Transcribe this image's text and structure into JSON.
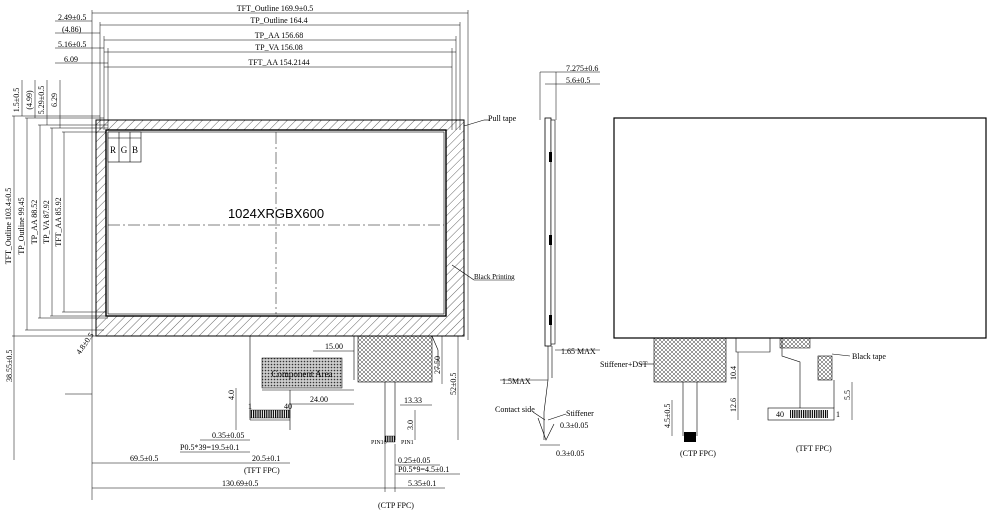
{
  "front_view": {
    "dims_top": [
      "TFT_Outline 169.9±0.5",
      "TP_Outline 164.4",
      "TP_AA 156.68",
      "TP_VA 156.08",
      "TFT_AA 154.2144"
    ],
    "dims_top_left": [
      "2.49±0.5",
      "(4.86)",
      "5.16±0.5",
      "6.09"
    ],
    "dims_left": [
      "TFT_Outline 103.4±0.5",
      "TP_Outline 99.45",
      "TP_AA 88.52",
      "TP_VA 87.92",
      "TFT_AA 85.92"
    ],
    "dims_left_top": [
      "1.5±0.5",
      "(4.99)",
      "5.29±0.5",
      "6.29"
    ],
    "resolution": "1024XRGBX600",
    "rgb": [
      "R",
      "G",
      "B"
    ],
    "pull_tape": "Pull tape",
    "black_printing": "Black Printing",
    "component_area": "Component Area",
    "dims_misc": {
      "d4_8": "4.8±0.5",
      "d38_55": "38.55±0.5",
      "d15": "15.00",
      "d24": "24.00",
      "d4": "4.0",
      "d40": "40",
      "d1": "1",
      "d27_5": "27.50",
      "d52": "52±0.5",
      "d13_33": "13.33",
      "d3": "3.0",
      "pin10": "PIN10",
      "pin1": "PIN1",
      "d035": "0.35±0.05",
      "p05x39": "P0.5*39=19.5±0.1",
      "d69_5": "69.5±0.5",
      "d20_5": "20.5±0.1",
      "d025": "0.25±0.05",
      "p05x9": "P0.5*9=4.5±0.1",
      "d130_69": "130.69±0.5",
      "d5_35": "5.35±0.1",
      "tft_fpc": "(TFT FPC)",
      "ctp_fpc": "(CTP FPC)"
    }
  },
  "side_view": {
    "d7_275": "7.275±0.6",
    "d5_6": "5.6±0.5",
    "d1_65": "1.65 MAX",
    "d1_5": "1.5MAX",
    "contact_side": "Contact side",
    "stiffener": "Stiffener",
    "d0_3a": "0.3±0.05",
    "d0_3b": "0.3±0.05"
  },
  "back_view": {
    "stiffener_dst": "Stiffener+DST",
    "black_tape": "Black tape",
    "d10_4": "10.4",
    "d12_6": "12.6",
    "d5_5": "5.5",
    "d4_5": "4.5±0.5",
    "d40": "40",
    "d1": "1",
    "ctp_fpc": "(CTP FPC)",
    "tft_fpc": "(TFT FPC)"
  }
}
